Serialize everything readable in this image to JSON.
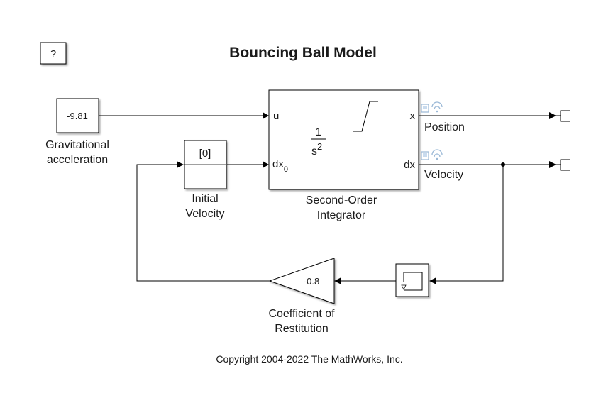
{
  "title": "Bouncing Ball Model",
  "help_button": "?",
  "copyright": "Copyright 2004-2022 The MathWorks, Inc.",
  "blocks": {
    "gravity": {
      "value": "-9.81",
      "label_line1": "Gravitational",
      "label_line2": "acceleration"
    },
    "initial_velocity": {
      "value": "[0]",
      "label_line1": "Initial",
      "label_line2": "Velocity"
    },
    "integrator": {
      "numerator": "1",
      "denominator_base": "s",
      "denominator_exp": "2",
      "port_u": "u",
      "port_dx0_base": "dx",
      "port_dx0_sub": "0",
      "port_x": "x",
      "port_dx": "dx",
      "label_line1": "Second-Order",
      "label_line2": "Integrator"
    },
    "gain": {
      "value": "-0.8",
      "label_line1": "Coefficient of",
      "label_line2": "Restitution"
    }
  },
  "signals": {
    "position": "Position",
    "velocity": "Velocity"
  },
  "colors": {
    "log_icon": "#9ab8d6",
    "wire": "#000000",
    "block_border": "#000000"
  }
}
